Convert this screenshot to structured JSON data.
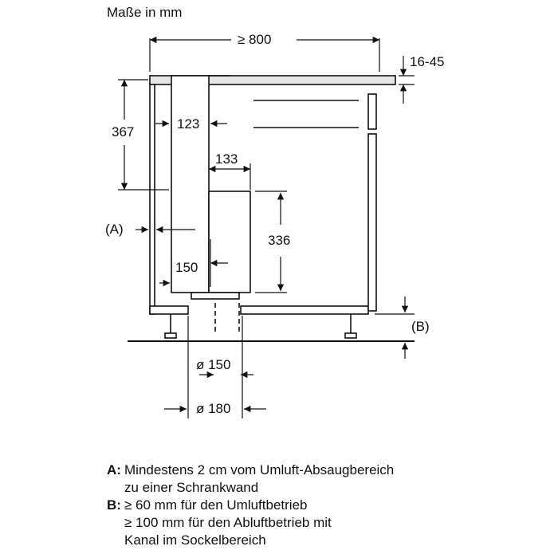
{
  "title": "Maße in mm",
  "dimensions": {
    "width_total": "≥ 800",
    "worktop_thickness": "16-45",
    "height_upper": "367",
    "offset_123": "123",
    "offset_133": "133",
    "height_336": "336",
    "offset_150": "150",
    "pipe_d150": "ø 150",
    "pipe_d180": "ø 180",
    "marker_a": "(A)",
    "marker_b": "(B)"
  },
  "notes": [
    {
      "key": "A:",
      "lines": [
        "Mindestens 2 cm vom Umluft-Absaugbereich",
        "zu einer Schrankwand"
      ]
    },
    {
      "key": "B:",
      "lines": [
        "≥ 60 mm für den Umluftbetrieb",
        "≥ 100 mm für den Abluftbetrieb mit",
        "Kanal im Sockelbereich"
      ]
    }
  ],
  "colors": {
    "line": "#111111",
    "hatch": "#bdbdbd",
    "background": "#ffffff"
  }
}
